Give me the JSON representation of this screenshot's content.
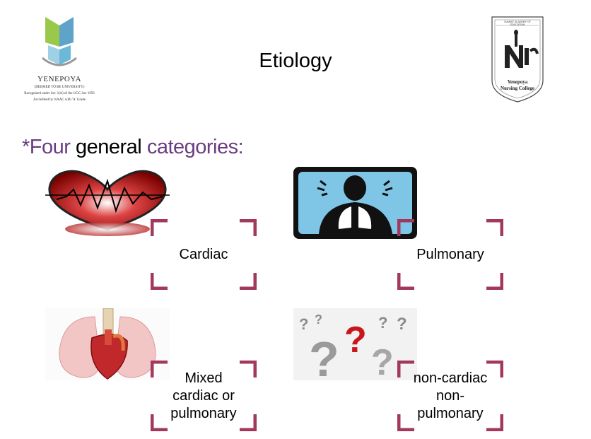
{
  "header": {
    "title": "Etiology",
    "logo_left": {
      "name": "YENEPOYA",
      "line1": "(DEEMED TO BE UNIVERSITY)",
      "line2": "Recognized under Sec 3(A) of the UGC Act 1956",
      "line3": "Accredited by NAAC with 'A' Grade"
    },
    "logo_right": {
      "top_text": "SUMMIT ACADEMY OF EDUCATION",
      "college_line1": "Yenepoya",
      "college_line2": "Nursing College"
    }
  },
  "subtitle": {
    "star": "*",
    "word1": "Four",
    "word2": "general",
    "word3": "categories:"
  },
  "categories": {
    "cardiac": {
      "lines": [
        "Cardiac"
      ]
    },
    "pulmonary": {
      "lines": [
        "Pulmonary"
      ]
    },
    "mixed": {
      "lines": [
        "Mixed",
        "cardiac or",
        "pulmonary"
      ]
    },
    "noncardiac": {
      "lines": [
        "non-cardiac",
        "non-",
        "pulmonary"
      ]
    }
  },
  "colors": {
    "bracket": "#a3385e",
    "subtitle_accent": "#6a3d80",
    "heart": "#a80000",
    "lungs_bg": "#7ec5e6"
  }
}
